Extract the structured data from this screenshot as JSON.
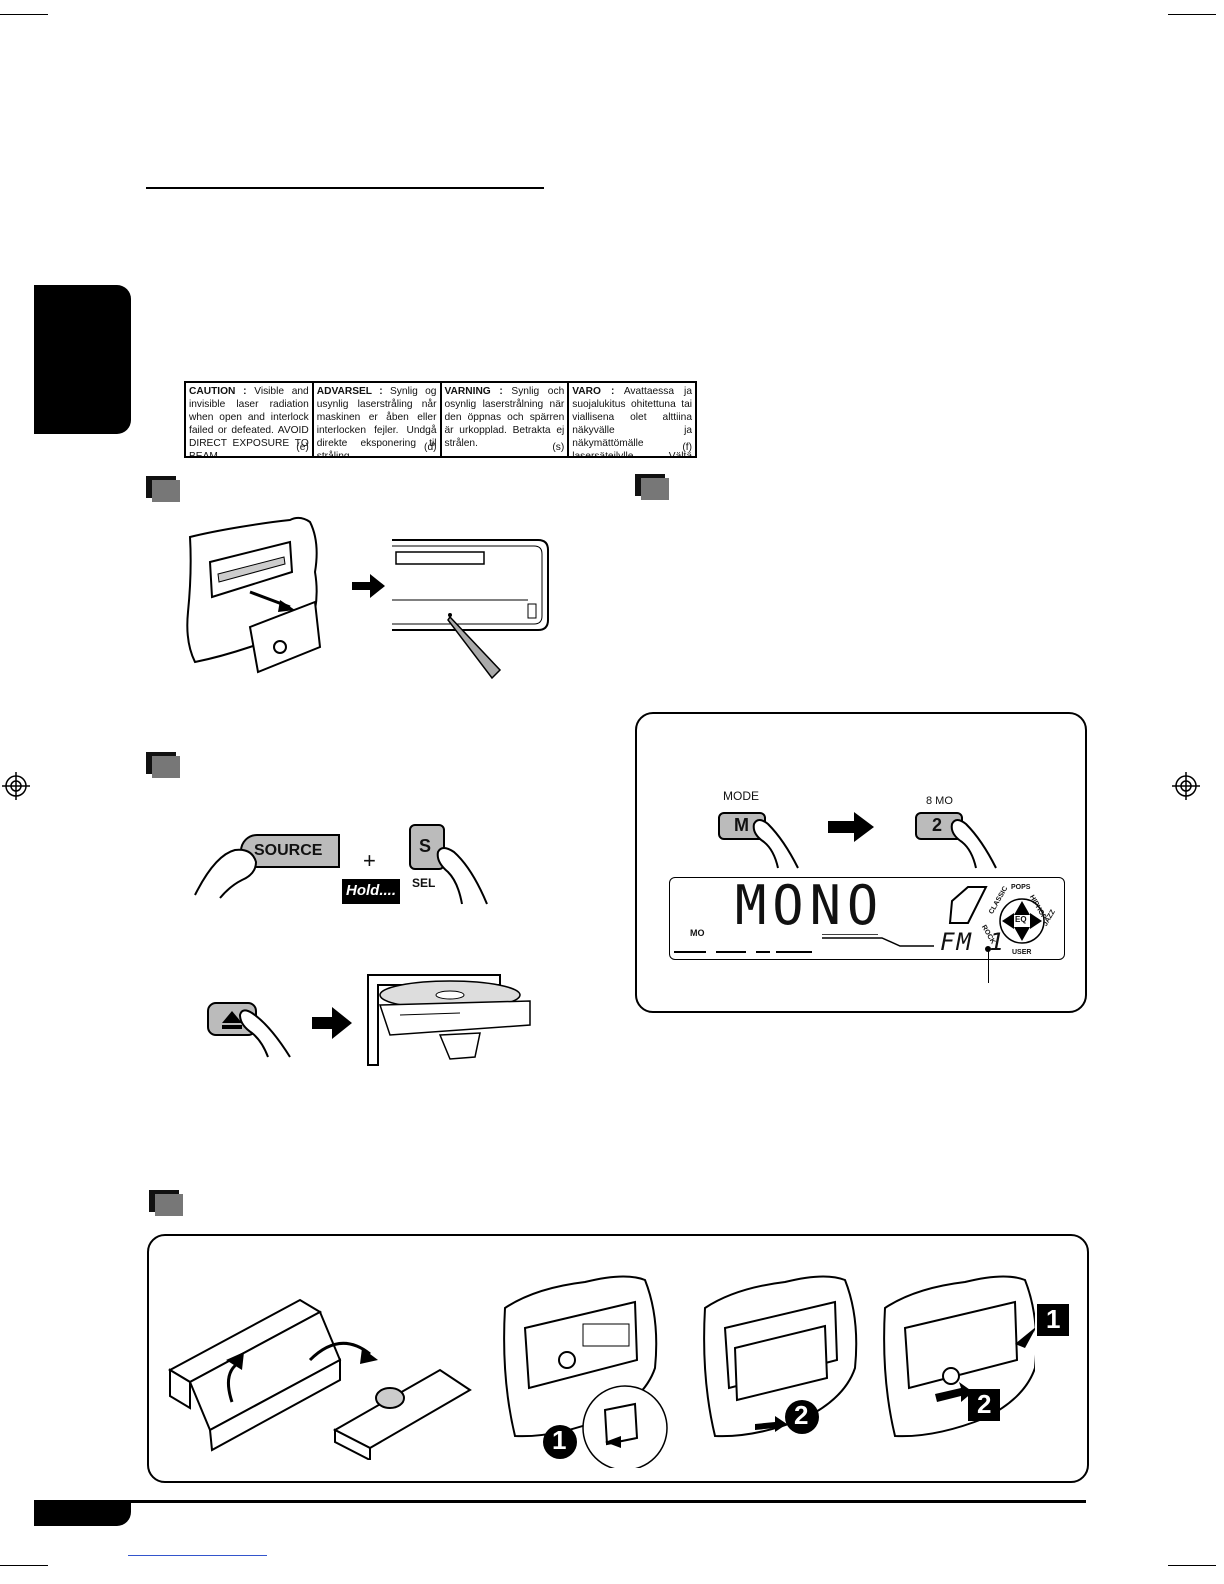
{
  "caution_label": [
    {
      "heading": "CAUTION :",
      "text": "Visible and invisible laser radiation when open and interlock failed or defeated. AVOID DIRECT EXPOSURE TO BEAM.",
      "code": "(e)"
    },
    {
      "heading": "ADVARSEL :",
      "text": "Synlig og usynlig laserstråling når maskinen er åben eller interlocken fejler. Undgå direkte eksponering til stråling.",
      "code": "(d)"
    },
    {
      "heading": "VARNING :",
      "text": "Synlig och osynlig laserstrålning när den öppnas och spärren är urkopplad. Betrakta ej strålen.",
      "code": "(s)"
    },
    {
      "heading": "VARO :",
      "text": "Avattaessa ja suojalukitus ohitettuna tai viallisena olet alttiina näkyvälle ja näkymättömälle lasersäteilylle. Vältä säteen kohdistumista suoraan itseesi.",
      "code": "(f)"
    }
  ],
  "buttons": {
    "source": "SOURCE",
    "plus": "+",
    "hold": "Hold....",
    "s_key": "S",
    "sel": "SEL"
  },
  "mono_panel": {
    "mode_label": "MODE",
    "mode_key": "M",
    "key2_top": "8  MO",
    "key2": "2",
    "display_text": "MONO",
    "band": "FM 1",
    "mo_indicator": "MO",
    "eq_labels": [
      "POPS",
      "HIPHOP",
      "JAZZ",
      "USER",
      "ROCK",
      "CLASSIC",
      "EQ"
    ]
  },
  "step_numbers": {
    "one_white": "1",
    "two_white": "2",
    "one_black": "1",
    "two_black": "2"
  }
}
